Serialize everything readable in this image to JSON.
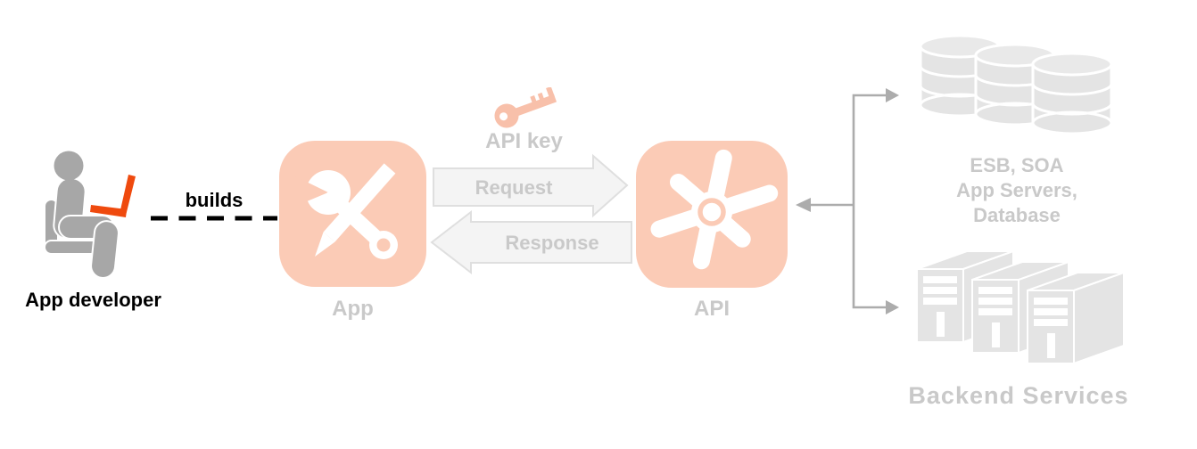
{
  "diagram": {
    "developer_label": "App developer",
    "builds_label": "builds",
    "app_label": "App",
    "api_key_label": "API key",
    "request_label": "Request",
    "response_label": "Response",
    "api_label": "API",
    "backend_system_lines": [
      "ESB, SOA",
      "App Servers,",
      "Database"
    ],
    "backend_services_label": "Backend Services"
  },
  "icons": [
    "person-developer-icon",
    "laptop-icon",
    "app-tools-icon",
    "wrench-icon",
    "pencil-icon",
    "key-icon",
    "api-pinwheel-icon",
    "database-stack-icon",
    "server-towers-icon",
    "request-arrow",
    "response-arrow",
    "connector-arrows"
  ],
  "colors": {
    "accent-salmon": "#FBCBB6",
    "key-salmon": "#F8C0AA",
    "laptop-orange": "#EF4A0E",
    "figure-gray": "#A7A7A7",
    "backend-gray": "#E4E4E4",
    "backend-top": "#E9E9E9",
    "arrow-fill": "#F4F4F4",
    "arrow-stroke": "#DFDFDF",
    "muted-text": "#C9C9C9",
    "connector-gray": "#ACACAC",
    "label-black": "#000000"
  }
}
